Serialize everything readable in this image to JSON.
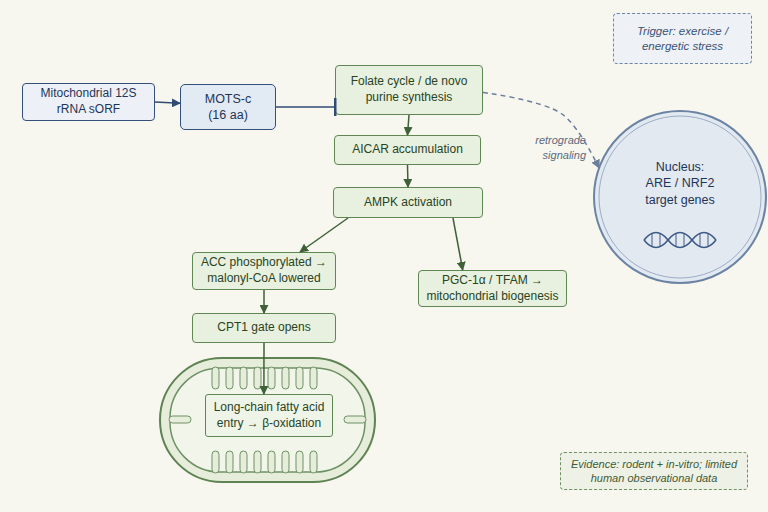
{
  "diagram": {
    "nodes": [
      {
        "text": [
          "Mitochondrial 12S rRNA sORF"
        ]
      },
      {
        "text": [
          "MOTS-c (16 aa)"
        ]
      },
      {
        "text": [
          "Folate cycle / de novo purine synthesis"
        ]
      },
      {
        "text": [
          "AICAR accumulation"
        ]
      },
      {
        "text": [
          "AMPK activation"
        ]
      },
      {
        "text": [
          "ACC phosphorylated → malonyl-CoA lowered"
        ]
      },
      {
        "text": [
          "PGC-1α / TFAM → mitochondrial biogenesis"
        ]
      },
      {
        "text": [
          "CPT1 gate opens"
        ]
      },
      {
        "text": [
          "Long-chain fatty acid entry → β-oxidation"
        ]
      },
      {
        "text": [
          "Nucleus: ARE / NRF2 target genes"
        ]
      },
      {
        "text": [
          "Trigger: exercise / energetic stress"
        ]
      },
      {
        "text": [
          "Evidence: rodent + in-vitro; limited human observational data"
        ]
      }
    ],
    "edges": [
      {
        "from": 0,
        "to": 1,
        "arrow": "to"
      },
      {
        "from": 1,
        "to": 2,
        "arrow": "to"
      },
      {
        "from": 2,
        "to": 3,
        "arrow": "to"
      },
      {
        "from": 3,
        "to": 4,
        "arrow": "to"
      },
      {
        "from": 4,
        "to": 5,
        "arrow": "to"
      },
      {
        "from": 4,
        "to": 6,
        "arrow": "to"
      },
      {
        "from": 5,
        "to": 7,
        "arrow": "to"
      },
      {
        "from": 7,
        "to": 8,
        "arrow": "to"
      },
      {
        "from": 2,
        "to": 9,
        "label": "retrograde signaling",
        "arrow": "to"
      }
    ]
  }
}
